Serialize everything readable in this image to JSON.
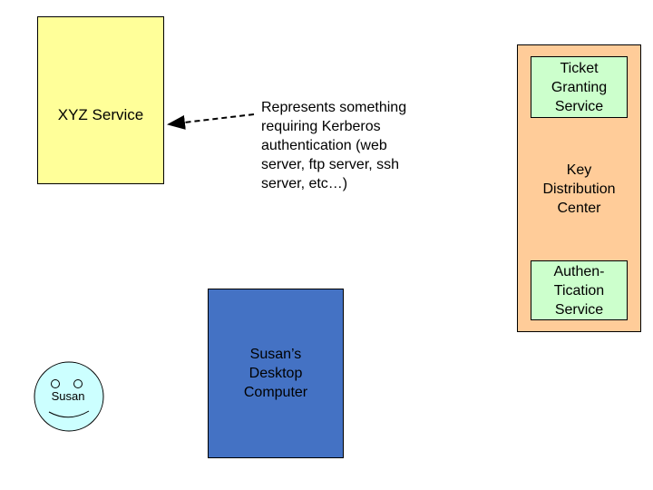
{
  "xyz_service": {
    "label": "XYZ Service"
  },
  "annotation": {
    "lines": [
      "Represents something",
      "requiring Kerberos",
      "authentication (web",
      "server, ftp server, ssh",
      "server, etc…)"
    ]
  },
  "kdc": {
    "label_lines": [
      "Key",
      "Distribution",
      "Center"
    ],
    "ticket_granting_service_lines": [
      "Ticket",
      "Granting",
      "Service"
    ],
    "authentication_service_lines": [
      "Authen-",
      "Tication",
      "Service"
    ]
  },
  "desktop": {
    "label_lines": [
      "Susan’s",
      "Desktop",
      "Computer"
    ]
  },
  "user": {
    "label": "Susan"
  },
  "colors": {
    "xyz_fill": "#ffff99",
    "kdc_fill": "#ffcc99",
    "service_fill": "#ccffcc",
    "desktop_fill": "#4472c4",
    "face_fill": "#ccffff"
  }
}
